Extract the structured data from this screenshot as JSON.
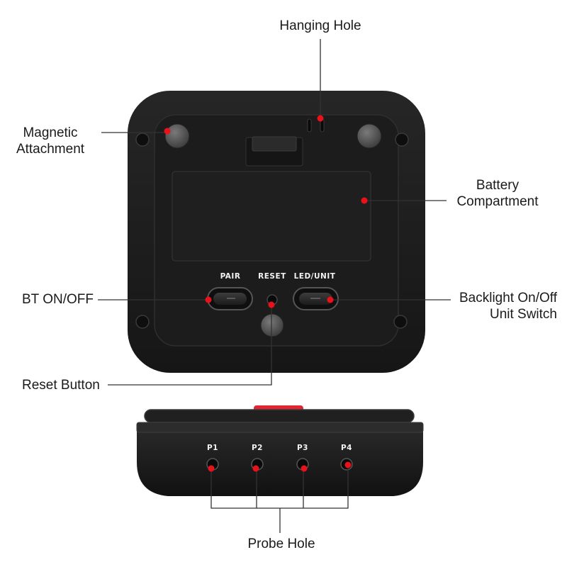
{
  "callouts": {
    "hanging_hole": "Hanging Hole",
    "magnetic_attachment": [
      "Magnetic",
      "Attachment"
    ],
    "battery_compartment": [
      "Battery",
      "Compartment"
    ],
    "bt_on_off": "BT ON/OFF",
    "backlight": [
      "Backlight On/Off",
      "Unit Switch"
    ],
    "reset_button": "Reset Button",
    "probe_hole": "Probe Hole"
  },
  "device_labels": {
    "pair": "PAIR",
    "reset": "RESET",
    "led_unit": "LED/UNIT"
  },
  "probe_labels": [
    "P1",
    "P2",
    "P3",
    "P4"
  ],
  "colors": {
    "device_body": "#1e1e1e",
    "marker_dot": "#e8121b",
    "leader_line": "#333333",
    "top_button": "#e02630"
  }
}
